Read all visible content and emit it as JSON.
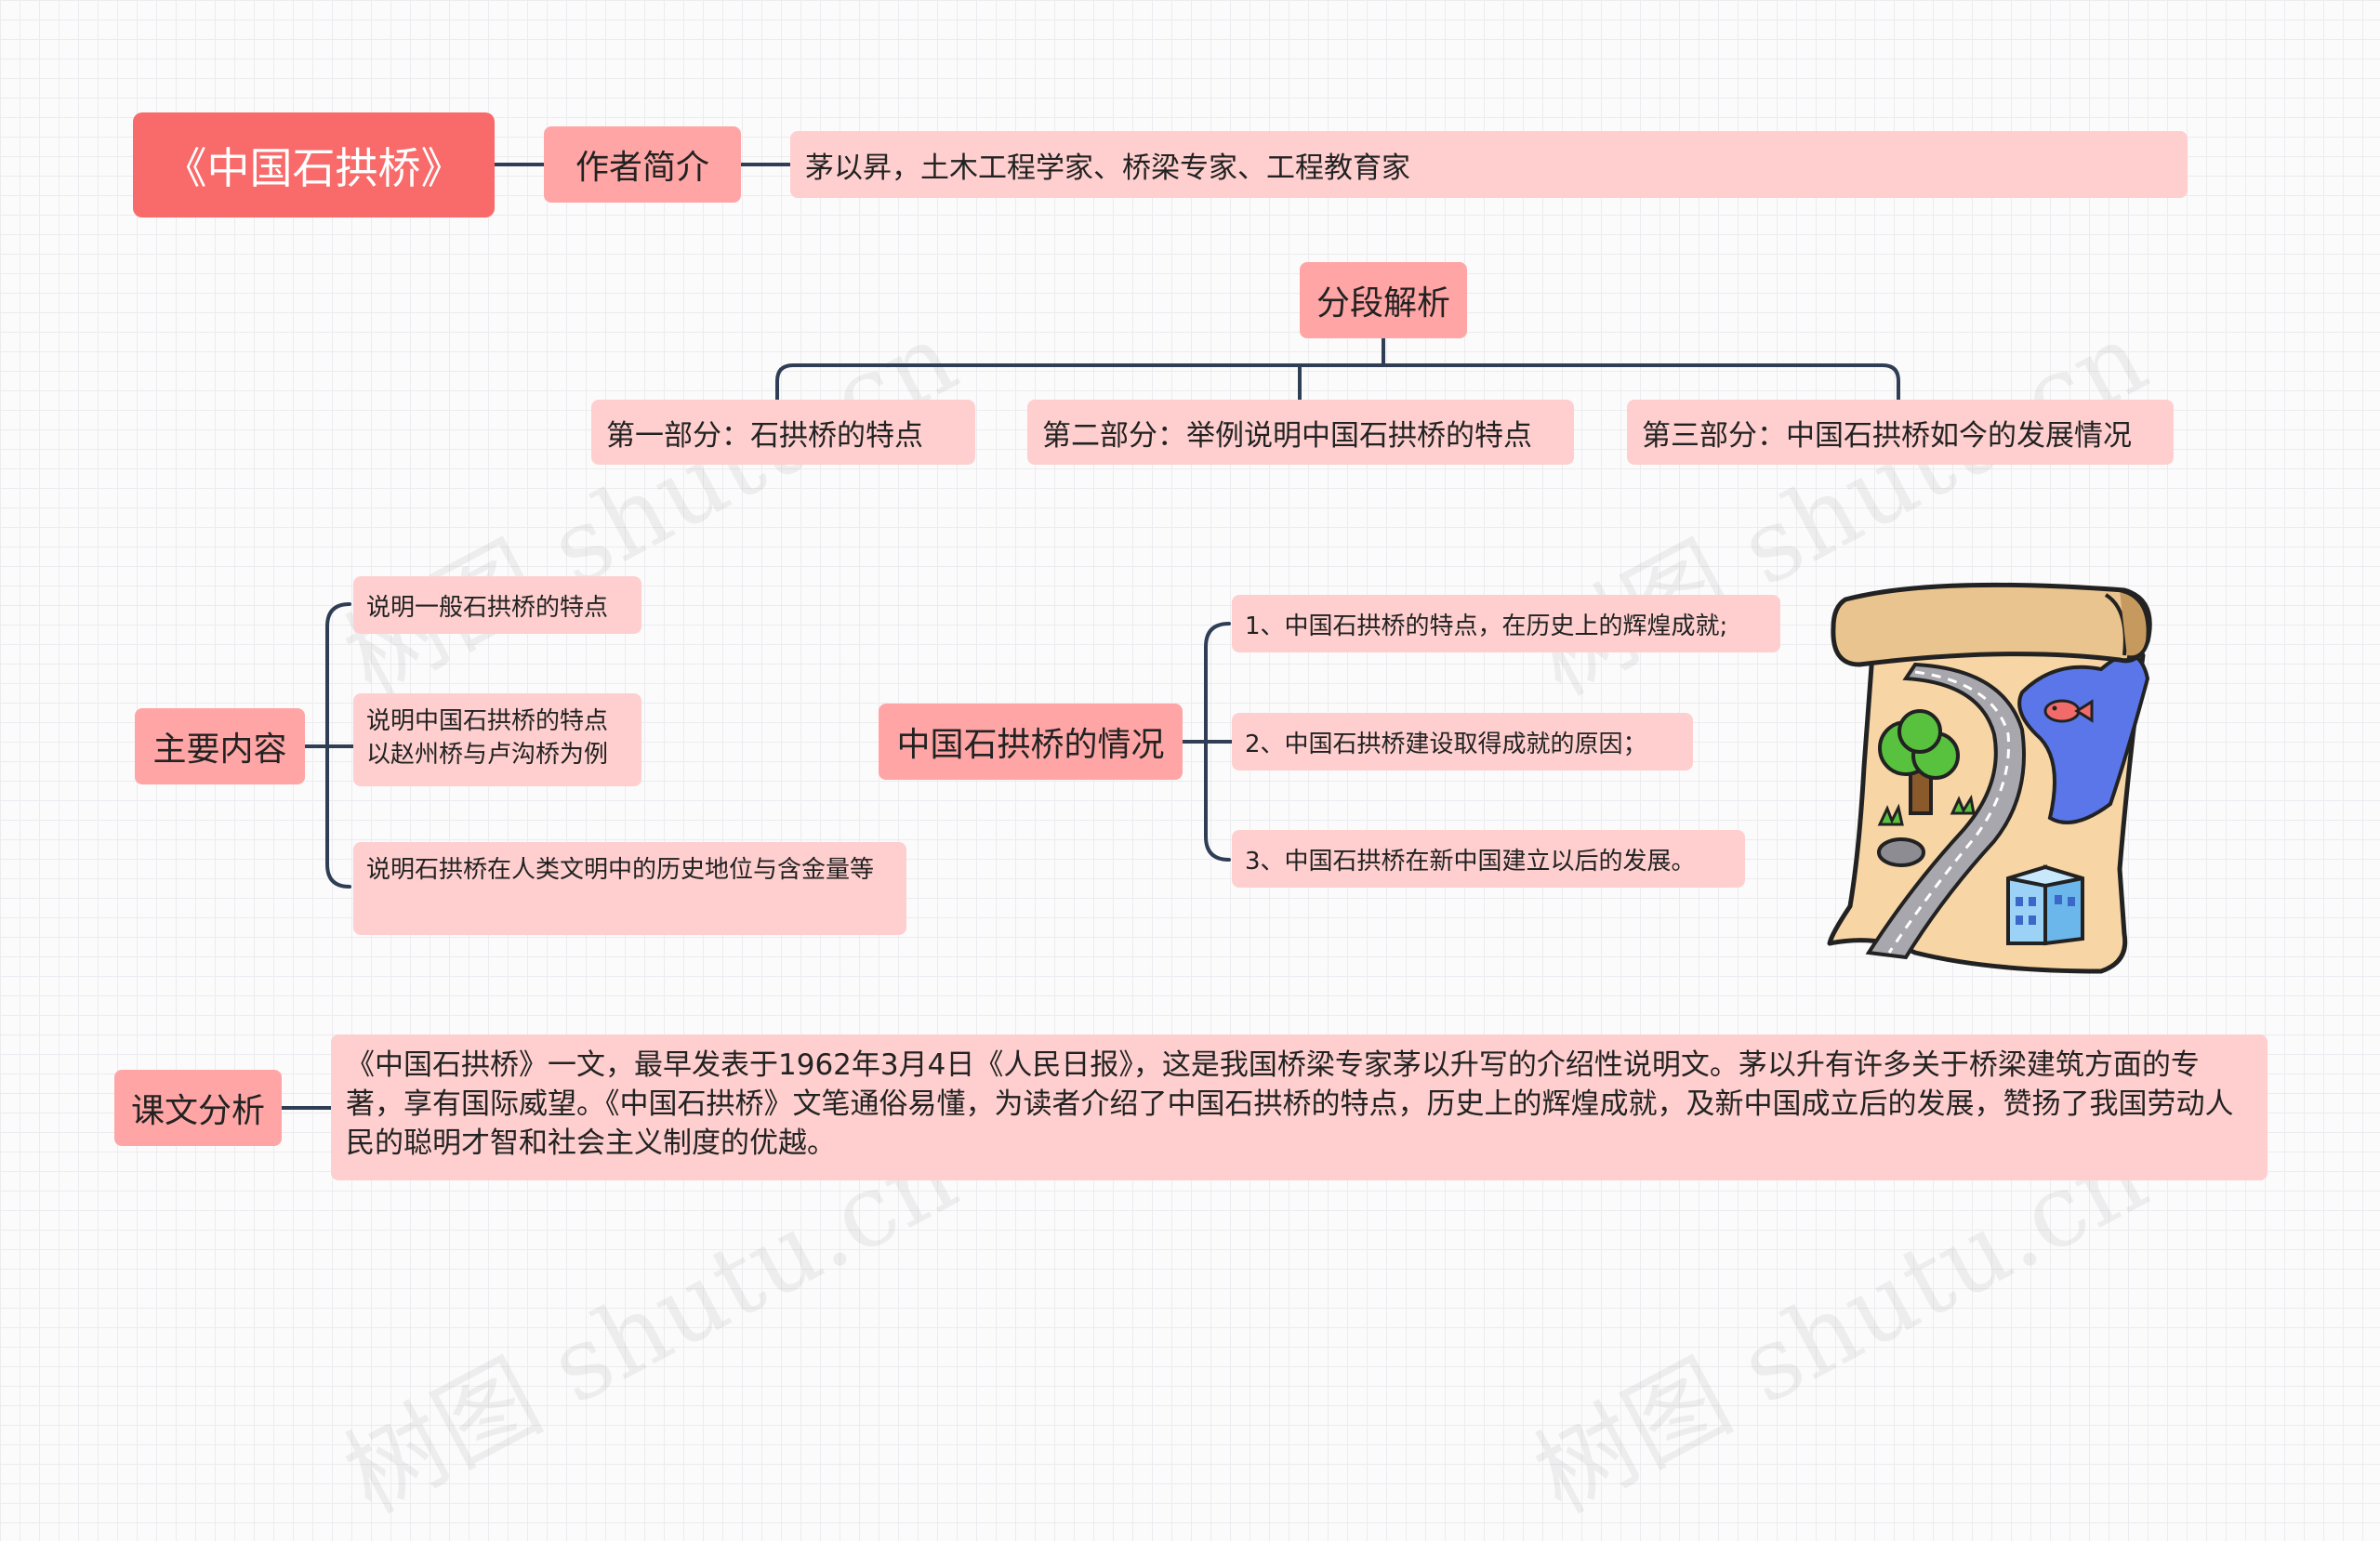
{
  "root": "《中国石拱桥》",
  "author": {
    "label": "作者简介",
    "detail": "茅以昇，土木工程学家、桥梁专家、工程教育家"
  },
  "segments": {
    "label": "分段解析",
    "parts": [
      "第一部分：石拱桥的特点",
      "第二部分：举例说明中国石拱桥的特点",
      "第三部分：中国石拱桥如今的发展情况"
    ]
  },
  "main_content": {
    "label": "主要内容",
    "items": [
      "说明一般石拱桥的特点",
      "说明中国石拱桥的特点\n以赵州桥与卢沟桥为例",
      "说明石拱桥在人类文明中的历史地位与含金量等"
    ]
  },
  "situation": {
    "label": "中国石拱桥的情况",
    "items": [
      "1、中国石拱桥的特点，在历史上的辉煌成就;",
      "2、中国石拱桥建设取得成就的原因；",
      "3、中国石拱桥在新中国建立以后的发展。"
    ]
  },
  "analysis": {
    "label": "课文分析",
    "text": "《中国石拱桥》一文，最早发表于1962年3月4日《人民日报》，这是我国桥梁专家茅以升写的介绍性说明文。茅以升有许多关于桥梁建筑方面的专著，享有国际威望。《中国石拱桥》文笔通俗易懂，为读者介绍了中国石拱桥的特点，历史上的辉煌成就，及新中国成立后的发展，赞扬了我国劳动人民的聪明才智和社会主义制度的优越。"
  },
  "watermark": "树图 shutu.cn",
  "colors": {
    "root_bg": "#f96a6a",
    "topic_bg": "#ffa5a5",
    "leaf_bg": "#ffcfcf",
    "line": "#2f3e55"
  }
}
